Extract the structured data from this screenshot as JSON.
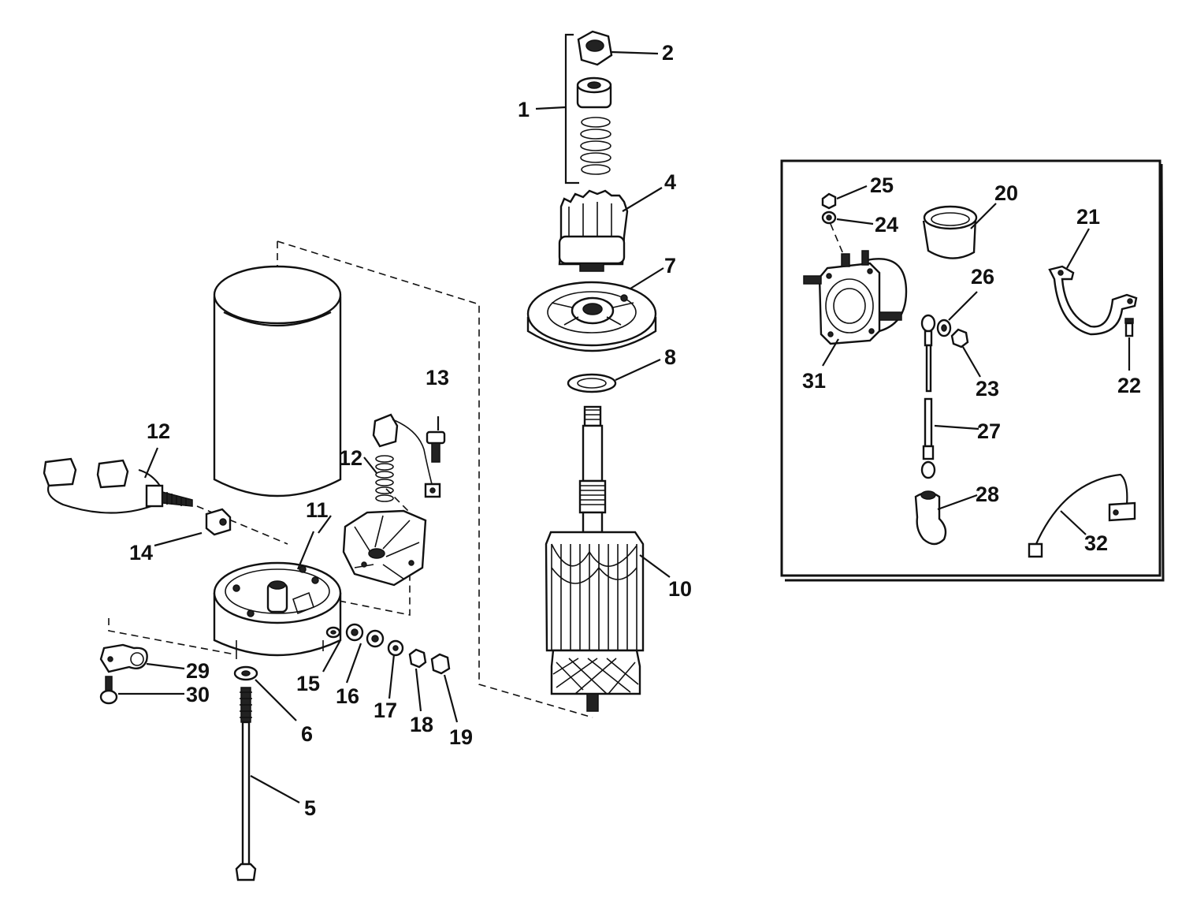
{
  "labels": {
    "l1": "1",
    "l2": "2",
    "l4": "4",
    "l5": "5",
    "l6": "6",
    "l7": "7",
    "l8": "8",
    "l10": "10",
    "l11": "11",
    "l12a": "12",
    "l12b": "12",
    "l13": "13",
    "l14": "14",
    "l15": "15",
    "l16": "16",
    "l17": "17",
    "l18": "18",
    "l19": "19",
    "l20": "20",
    "l21": "21",
    "l22": "22",
    "l23": "23",
    "l24": "24",
    "l25": "25",
    "l26": "26",
    "l27": "27",
    "l28": "28",
    "l29": "29",
    "l30": "30",
    "l31": "31",
    "l32": "32"
  }
}
